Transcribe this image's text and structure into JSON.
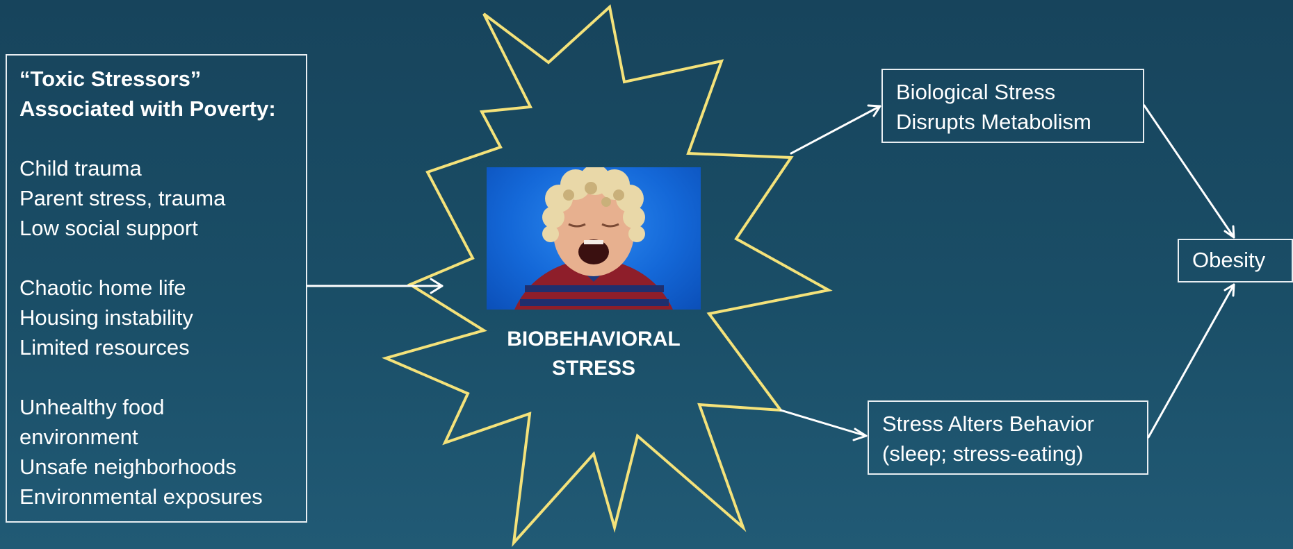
{
  "left_box": {
    "title_line1": "“Toxic Stressors”",
    "title_line2": "Associated with Poverty:",
    "groups": [
      [
        "Child trauma",
        "Parent stress, trauma",
        "Low social support"
      ],
      [
        "Chaotic home life",
        "Housing instability",
        "Limited resources"
      ],
      [
        "Unhealthy food",
        "environment",
        "Unsafe neighborhoods",
        "Environmental exposures"
      ]
    ]
  },
  "center": {
    "label_line1": "BIOBEHAVIORAL",
    "label_line2": "STRESS",
    "photo": "crying-child-photo"
  },
  "bio_box": {
    "line1": "Biological Stress",
    "line2": "Disrupts Metabolism"
  },
  "behavior_box": {
    "line1": "Stress Alters Behavior",
    "line2": "(sleep; stress-eating)"
  },
  "obesity_box": {
    "label": "Obesity"
  },
  "colors": {
    "background": "#1a4e67",
    "star_outline": "#f4e27a",
    "box_border": "#e8eef2",
    "text": "#ffffff",
    "photo_background": "#1468d8"
  }
}
